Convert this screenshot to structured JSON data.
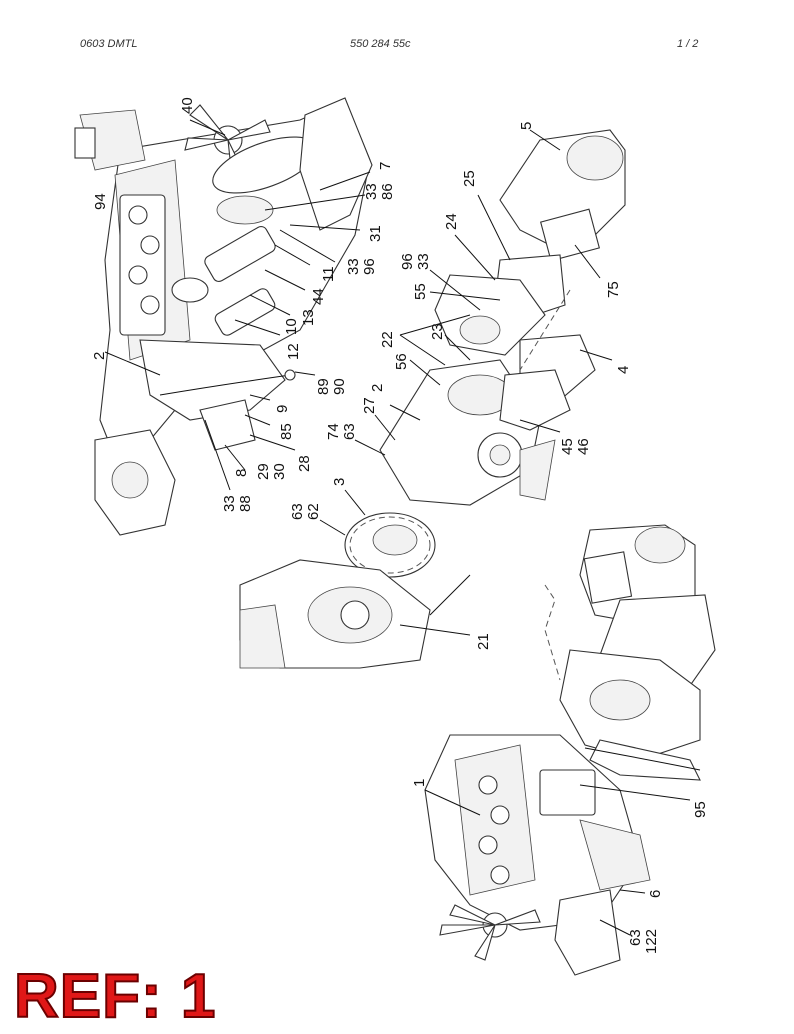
{
  "header": {
    "left": "0603 DMTL",
    "center": "550 284 55c",
    "right": "1 /   2"
  },
  "reference": "REF: 1",
  "callouts": [
    "40",
    "94",
    "7",
    "33",
    "86",
    "31",
    "33",
    "96",
    "11",
    "44",
    "13",
    "10",
    "12",
    "2",
    "89",
    "90",
    "9",
    "85",
    "28",
    "29",
    "30",
    "8",
    "33",
    "88",
    "5",
    "25",
    "24",
    "96",
    "33",
    "55",
    "75",
    "22",
    "23",
    "56",
    "4",
    "2",
    "27",
    "74",
    "63",
    "45",
    "46",
    "3",
    "63",
    "62",
    "21",
    "1",
    "95",
    "6",
    "63",
    "122"
  ],
  "colors": {
    "reference_fill": "#e01818",
    "reference_outline": "#6b0000"
  }
}
